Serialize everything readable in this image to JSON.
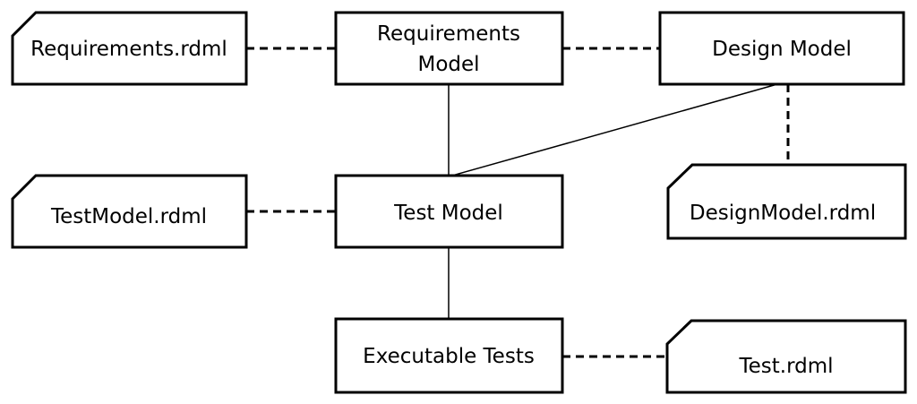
{
  "nodes": {
    "requirements_model": {
      "line1": "Requirements",
      "line2": "Model"
    },
    "design_model": {
      "label": "Design Model"
    },
    "test_model": {
      "label": "Test Model"
    },
    "executable_tests": {
      "label": "Executable Tests"
    }
  },
  "files": {
    "requirements_rdml": {
      "label": "Requirements.rdml"
    },
    "testmodel_rdml": {
      "label": "TestModel.rdml"
    },
    "designmodel_rdml": {
      "label": "DesignModel.rdml"
    },
    "test_rdml": {
      "label": "Test.rdml"
    }
  },
  "colors": {
    "stroke": "#000000",
    "fill": "#ffffff"
  }
}
